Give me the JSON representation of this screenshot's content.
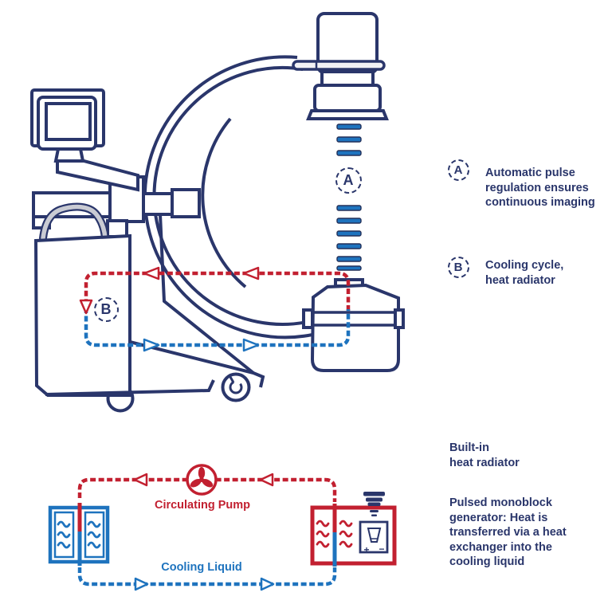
{
  "legend": {
    "items": [
      {
        "badge": "A",
        "text": "Automatic pulse\nregulation ensures\ncontinuous imaging"
      },
      {
        "badge": "B",
        "text": "Cooling cycle,\nheat radiator"
      }
    ]
  },
  "machine": {
    "badge_a": "A",
    "badge_b": "B"
  },
  "cooling": {
    "pump_label": "Circulating Pump",
    "liquid_label": "Cooling Liquid",
    "tube_plus": "+",
    "tube_minus": "−"
  },
  "notes": {
    "radiator": "Built-in\nheat radiator",
    "generator": "Pulsed monoblock\ngenerator: Heat is\ntransferred via a heat\nexchanger into the\ncooling liquid"
  },
  "colors": {
    "navy": "#2A366B",
    "blue": "#1E73BE",
    "red": "#C22030"
  }
}
